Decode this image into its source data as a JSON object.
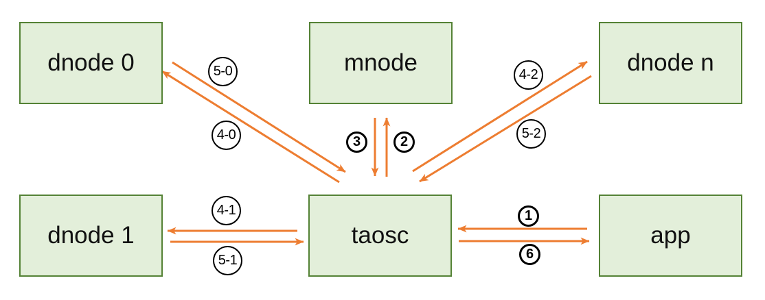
{
  "colors": {
    "box_fill": "#e3efda",
    "box_border": "#548235",
    "arrow": "#ed7d31",
    "label_border": "#000000",
    "label_text": "#000000",
    "text": "#111111"
  },
  "nodes": [
    {
      "id": "dnode0",
      "label": "dnode 0"
    },
    {
      "id": "mnode",
      "label": "mnode"
    },
    {
      "id": "dnoden",
      "label": "dnode n"
    },
    {
      "id": "dnode1",
      "label": "dnode 1"
    },
    {
      "id": "taosc",
      "label": "taosc"
    },
    {
      "id": "app",
      "label": "app"
    }
  ],
  "edges": [
    {
      "label": "5-0",
      "style": "oval",
      "from": "dnode 0",
      "to": "taosc"
    },
    {
      "label": "4-0",
      "style": "oval",
      "from": "taosc",
      "to": "dnode 0"
    },
    {
      "label": "3",
      "style": "circled-digit",
      "from": "mnode",
      "to": "taosc"
    },
    {
      "label": "2",
      "style": "circled-digit",
      "from": "taosc",
      "to": "mnode"
    },
    {
      "label": "4-2",
      "style": "oval",
      "from": "taosc",
      "to": "dnode n"
    },
    {
      "label": "5-2",
      "style": "oval",
      "from": "dnode n",
      "to": "taosc"
    },
    {
      "label": "4-1",
      "style": "oval",
      "from": "taosc",
      "to": "dnode 1"
    },
    {
      "label": "5-1",
      "style": "oval",
      "from": "dnode 1",
      "to": "taosc"
    },
    {
      "label": "1",
      "style": "circled-digit",
      "from": "app",
      "to": "taosc"
    },
    {
      "label": "6",
      "style": "circled-digit",
      "from": "taosc",
      "to": "app"
    }
  ]
}
